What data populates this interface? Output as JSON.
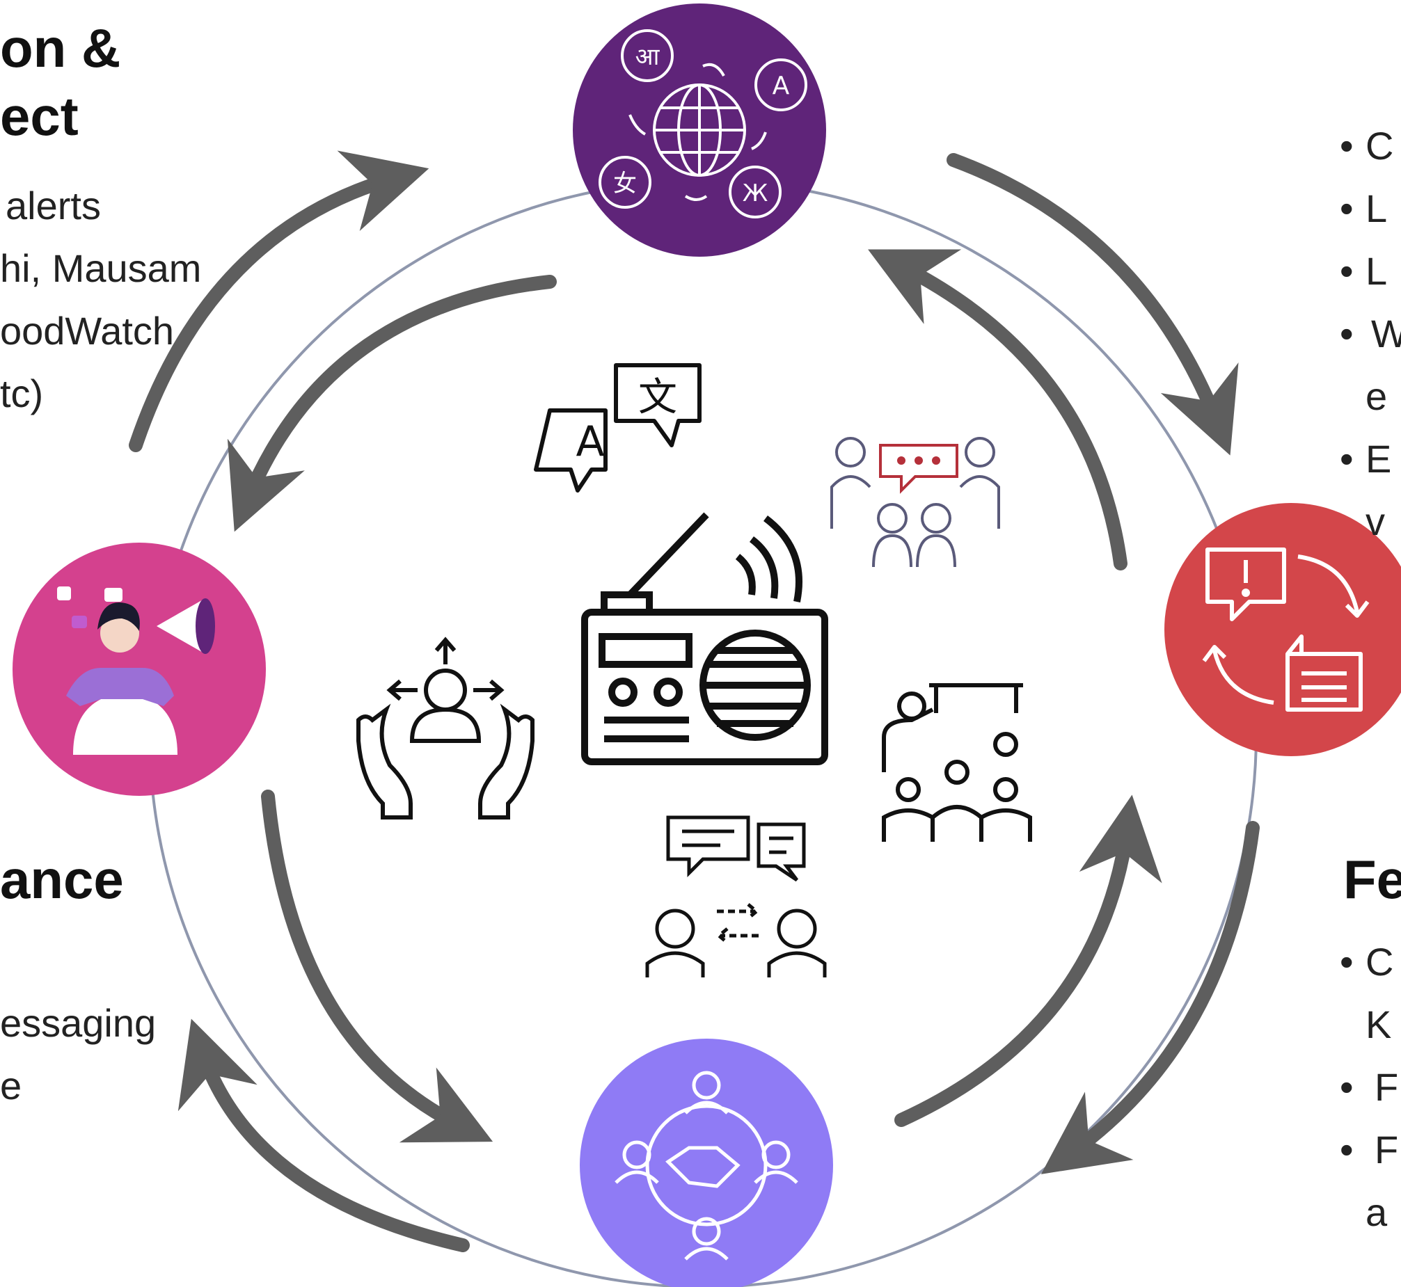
{
  "colors": {
    "ring": "#8f97ad",
    "arrow": "#5e5e5e",
    "node_top": "#5f2479",
    "node_left": "#d4418e",
    "node_right": "#d3464a",
    "node_bottom": "#8f7bf5",
    "icon_line": "#111111",
    "bubble_red": "#b5303a"
  },
  "icons": {
    "node_top": "multilingual-globe-icon",
    "node_left": "woman-megaphone-icon",
    "node_right": "feedback-exchange-icon",
    "node_bottom": "community-handshake-icon",
    "center": "radio-icon",
    "translate": "translate-bubbles-icon",
    "meeting": "group-meeting-icon",
    "empower": "empowerment-hands-icon",
    "training": "classroom-training-icon",
    "dialogue": "two-person-dialogue-icon"
  },
  "left_top_block": {
    "heading_line1": "on &",
    "heading_line2": "ect",
    "lines": [
      "alerts",
      "hi, Mausam",
      "oodWatch",
      "tc)"
    ]
  },
  "left_bottom_block": {
    "heading": "ance",
    "lines": [
      "essaging",
      "e"
    ]
  },
  "right_top_block": {
    "bullet": "•",
    "lines": [
      "C",
      "L",
      "L",
      "W",
      "e",
      "E",
      "v"
    ]
  },
  "right_bottom_block": {
    "heading": "Fe",
    "bullet": "•",
    "lines": [
      "C",
      "K",
      "F",
      "F",
      "a"
    ]
  },
  "node_top_glyphs": [
    "आ",
    "A",
    "女",
    "Ж"
  ]
}
